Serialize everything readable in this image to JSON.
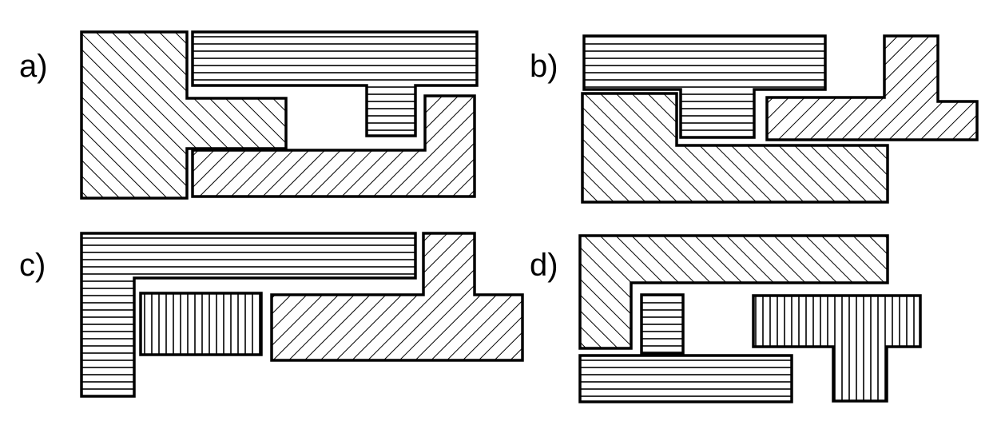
{
  "panels": [
    {
      "label": "a)"
    },
    {
      "label": "b)"
    },
    {
      "label": "c)"
    },
    {
      "label": "d)"
    }
  ],
  "patterns": {
    "diagonal_forward": "hatch-forward",
    "diagonal_backward": "hatch-backward",
    "horizontal": "hatch-horizontal",
    "vertical": "hatch-vertical"
  },
  "colors": {
    "stroke": "#000000",
    "fill": "#ffffff"
  }
}
